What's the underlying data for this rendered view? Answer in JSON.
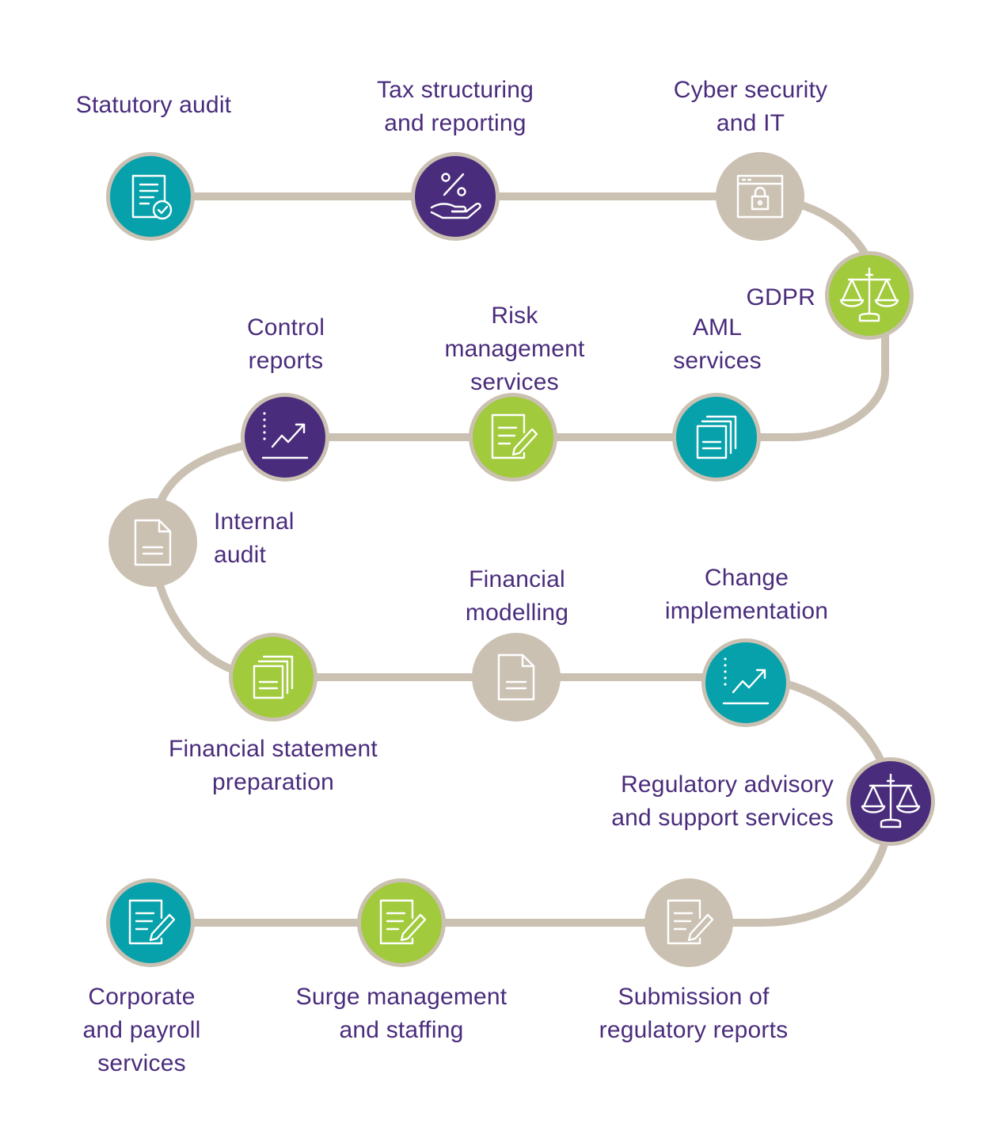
{
  "colors": {
    "path": "#cbc1b3",
    "ring": "#cbc1b3",
    "teal": "#06a1ab",
    "purple": "#4a2c7c",
    "green": "#a1ca3c",
    "beige": "#cbc1b3",
    "label": "#4a2c7c",
    "icon_stroke": "#ffffff"
  },
  "nodes": [
    {
      "id": "statutory-audit",
      "label": "Statutory audit",
      "color": "teal",
      "icon": "certificate-check-icon"
    },
    {
      "id": "tax-structuring",
      "label": "Tax structuring\nand reporting",
      "color": "purple",
      "icon": "percent-hand-icon"
    },
    {
      "id": "cyber-security",
      "label": "Cyber security\nand IT",
      "color": "beige",
      "icon": "browser-lock-icon"
    },
    {
      "id": "gdpr",
      "label": "GDPR",
      "color": "green",
      "icon": "scales-icon"
    },
    {
      "id": "aml-services",
      "label": "AML\nservices",
      "color": "teal",
      "icon": "stacked-documents-icon"
    },
    {
      "id": "risk-management",
      "label": "Risk\nmanagement\nservices",
      "color": "green",
      "icon": "document-pen-icon"
    },
    {
      "id": "control-reports",
      "label": "Control\nreports",
      "color": "purple",
      "icon": "trend-chart-icon"
    },
    {
      "id": "internal-audit",
      "label": "Internal\naudit",
      "color": "beige",
      "icon": "document-icon"
    },
    {
      "id": "financial-statement",
      "label": "Financial statement\npreparation",
      "color": "green",
      "icon": "stacked-documents-icon"
    },
    {
      "id": "financial-modelling",
      "label": "Financial\nmodelling",
      "color": "beige",
      "icon": "document-icon"
    },
    {
      "id": "change-implementation",
      "label": "Change\nimplementation",
      "color": "teal",
      "icon": "trend-chart-icon"
    },
    {
      "id": "regulatory-advisory",
      "label": "Regulatory advisory\nand support services",
      "color": "purple",
      "icon": "scales-icon"
    },
    {
      "id": "submission-reports",
      "label": "Submission of\nregulatory reports",
      "color": "beige",
      "icon": "document-pen-icon"
    },
    {
      "id": "surge-management",
      "label": "Surge management\nand staffing",
      "color": "green",
      "icon": "document-pen-icon"
    },
    {
      "id": "corporate-payroll",
      "label": "Corporate\nand payroll\nservices",
      "color": "teal",
      "icon": "document-pen-icon"
    }
  ]
}
